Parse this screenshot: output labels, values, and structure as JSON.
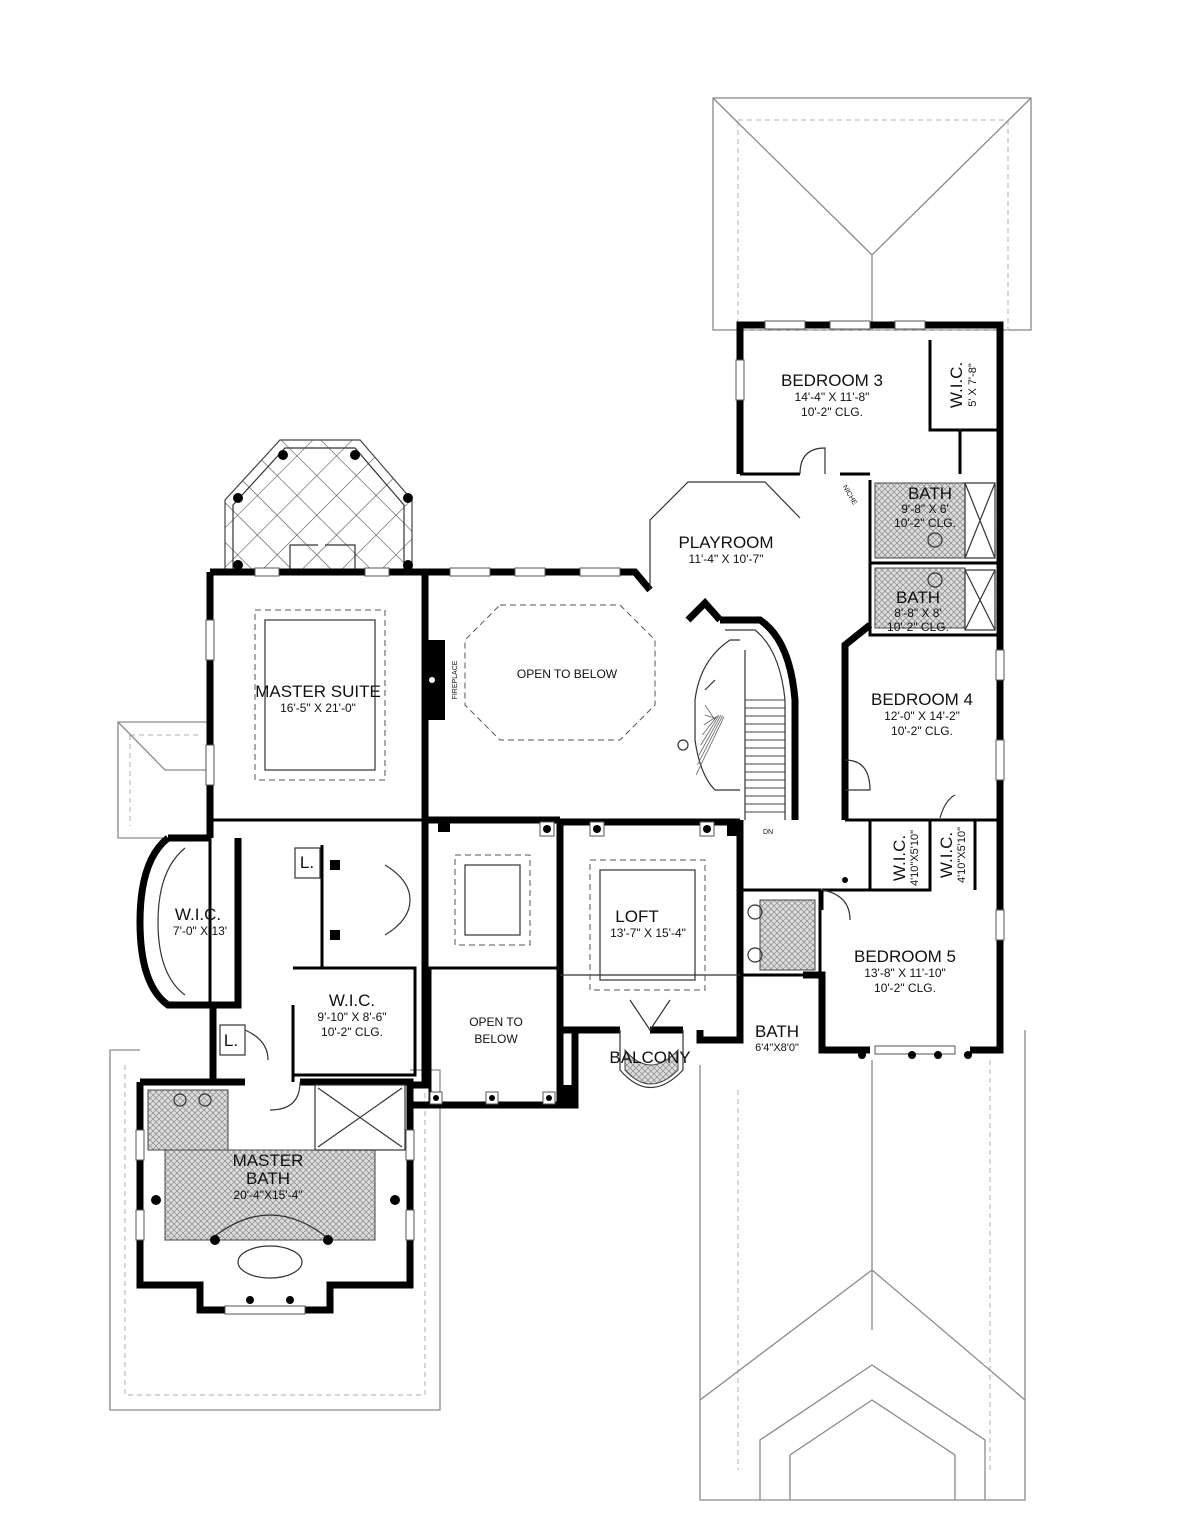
{
  "rooms": {
    "bedroom3": {
      "name": "BEDROOM 3",
      "dims": "14'-4\" X 11'-8\"",
      "clg": "10'-2\" CLG."
    },
    "wic_bed3": {
      "name": "W.I.C.",
      "dims": "5' X 7'-8\""
    },
    "bath1": {
      "name": "BATH",
      "dims": "9'-8\" X 6'",
      "clg": "10'-2\" CLG."
    },
    "bath2": {
      "name": "BATH",
      "dims": "8'-8\" X 8'",
      "clg": "10'-2\" CLG."
    },
    "playroom": {
      "name": "PLAYROOM",
      "dims": "11'-4\" X 10'-7\""
    },
    "open_to_below_1": {
      "name": "OPEN TO BELOW"
    },
    "master_suite": {
      "name": "MASTER SUITE",
      "dims": "16'-5\" X 21'-0\""
    },
    "bedroom4": {
      "name": "BEDROOM 4",
      "dims": "12'-0\" X 14'-2\"",
      "clg": "10'-2\" CLG."
    },
    "wic_left": {
      "name": "W.I.C.",
      "dims": "7'-0\" X 13'"
    },
    "wic_center": {
      "name": "W.I.C.",
      "dims": "9'-10\" X 8'-6\"",
      "clg": "10'-2\" CLG."
    },
    "open_to_below_2": {
      "line1": "OPEN TO",
      "line2": "BELOW"
    },
    "loft": {
      "name": "LOFT",
      "dims": "13'-7\" X 15'-4\""
    },
    "wic_b4a": {
      "name": "W.I.C.",
      "dims": "4'10\"X5'10\""
    },
    "wic_b4b": {
      "name": "W.I.C.",
      "dims": "4'10\"X5'10\""
    },
    "bath3": {
      "name": "BATH",
      "dims": "6'4\"X8'0\""
    },
    "bedroom5": {
      "name": "BEDROOM 5",
      "dims": "13'-8\" X 11'-10\"",
      "clg": "10'-2\" CLG."
    },
    "balcony": {
      "name": "BALCONY"
    },
    "master_bath": {
      "line1": "MASTER",
      "line2": "BATH",
      "dims": "20'-4\"X15'-4\""
    }
  },
  "fixtures": {
    "fireplace": "FIREPLACE",
    "linen1": "L.",
    "linen2": "L.",
    "stair_dn": "DN",
    "niche": "NICHE"
  }
}
